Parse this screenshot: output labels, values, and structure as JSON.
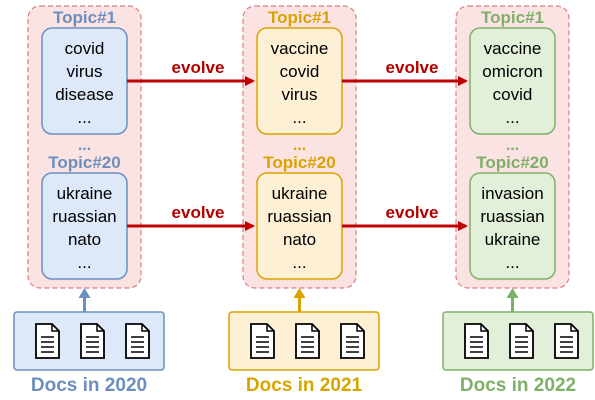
{
  "columns": [
    {
      "year_label": "Docs in 2020",
      "color": "#6d8fc0",
      "fill": "#dde8f8",
      "topics": [
        {
          "label": "Topic#1",
          "words": [
            "covid",
            "virus",
            "disease",
            "..."
          ]
        },
        {
          "label": "Topic#20",
          "words": [
            "ukraine",
            "ruassian",
            "nato",
            "..."
          ]
        }
      ],
      "between": "..."
    },
    {
      "year_label": "Docs in 2021",
      "color": "#d9a400",
      "fill": "#fdf0d4",
      "topics": [
        {
          "label": "Topic#1",
          "words": [
            "vaccine",
            "covid",
            "virus",
            "..."
          ]
        },
        {
          "label": "Topic#20",
          "words": [
            "ukraine",
            "ruassian",
            "nato",
            "..."
          ]
        }
      ],
      "between": "..."
    },
    {
      "year_label": "Docs in 2022",
      "color": "#7fb069",
      "fill": "#e2efd9",
      "topics": [
        {
          "label": "Topic#1",
          "words": [
            "vaccine",
            "omicron",
            "covid",
            "..."
          ]
        },
        {
          "label": "Topic#20",
          "words": [
            "invasion",
            "ruassian",
            "ukraine",
            "..."
          ]
        }
      ],
      "between": "..."
    }
  ],
  "arrows": {
    "label": "evolve",
    "color": "#c00000"
  },
  "colors": {
    "panel_fill": "#fbe3e3",
    "panel_border": "#d98080",
    "doc_icon": "#000000"
  }
}
